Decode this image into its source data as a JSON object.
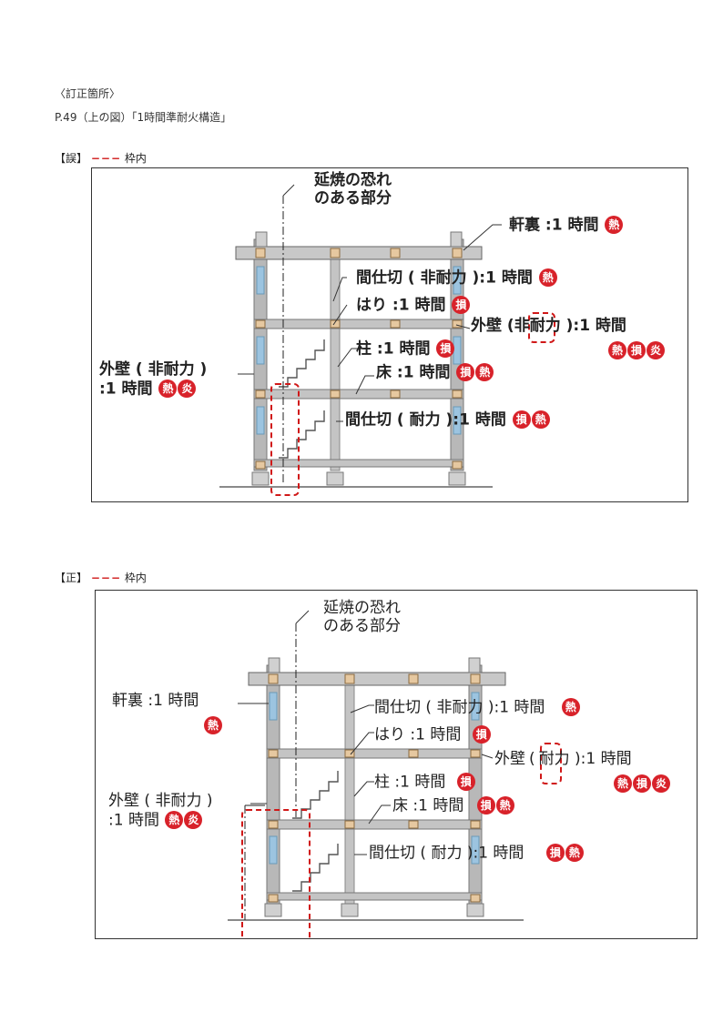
{
  "header": {
    "title": "〈訂正箇所〉",
    "reference": "P.49（上の図）「1時間準耐火構造」"
  },
  "stamp_chars": {
    "heat": "熱",
    "damage": "損",
    "flame": "炎"
  },
  "wrong": {
    "label_bracket": "【誤】",
    "legend_dashes": "−−−",
    "legend_text": "枠内",
    "fire_spread": [
      "延焼の恐れ",
      "のある部分"
    ],
    "eaves": "軒裏 :1 時間",
    "partition_nonbearing": "間仕切 ( 非耐力 ):1 時間",
    "beam": "はり :1 時間",
    "ext_wall_right_a": "外壁 (",
    "ext_wall_right_b": "非",
    "ext_wall_right_c": "耐力 ):1 時間",
    "column": "柱 :1 時間",
    "floor": "床 :1 時間",
    "ext_wall_left_1": "外壁 ( 非耐力 )",
    "ext_wall_left_2": ":1 時間",
    "partition_bearing": "間仕切 ( 耐力 ):1 時間"
  },
  "correct": {
    "label_bracket": "【正】",
    "legend_dashes": "−−−",
    "legend_text": "枠内",
    "fire_spread": [
      "延焼の恐れ",
      "のある部分"
    ],
    "eaves": "軒裏 :1 時間",
    "partition_nonbearing": "間仕切 ( 非耐力 ):1 時間",
    "beam": "はり :1 時間",
    "ext_wall_right_a": "外壁",
    "ext_wall_right_b": "(",
    "ext_wall_right_c": "耐力 ):1 時間",
    "column": "柱 :1 時間",
    "floor": "床 :1 時間",
    "ext_wall_left_1": "外壁 ( 非耐力 )",
    "ext_wall_left_2": ":1 時間",
    "partition_bearing": "間仕切 ( 耐力 ):1 時間"
  },
  "colors": {
    "accent_red": "#d8222a",
    "frame_gray": "#b8b8b8",
    "beam_tan": "#e6c8a0",
    "wall_blue": "#9cc4e0"
  }
}
